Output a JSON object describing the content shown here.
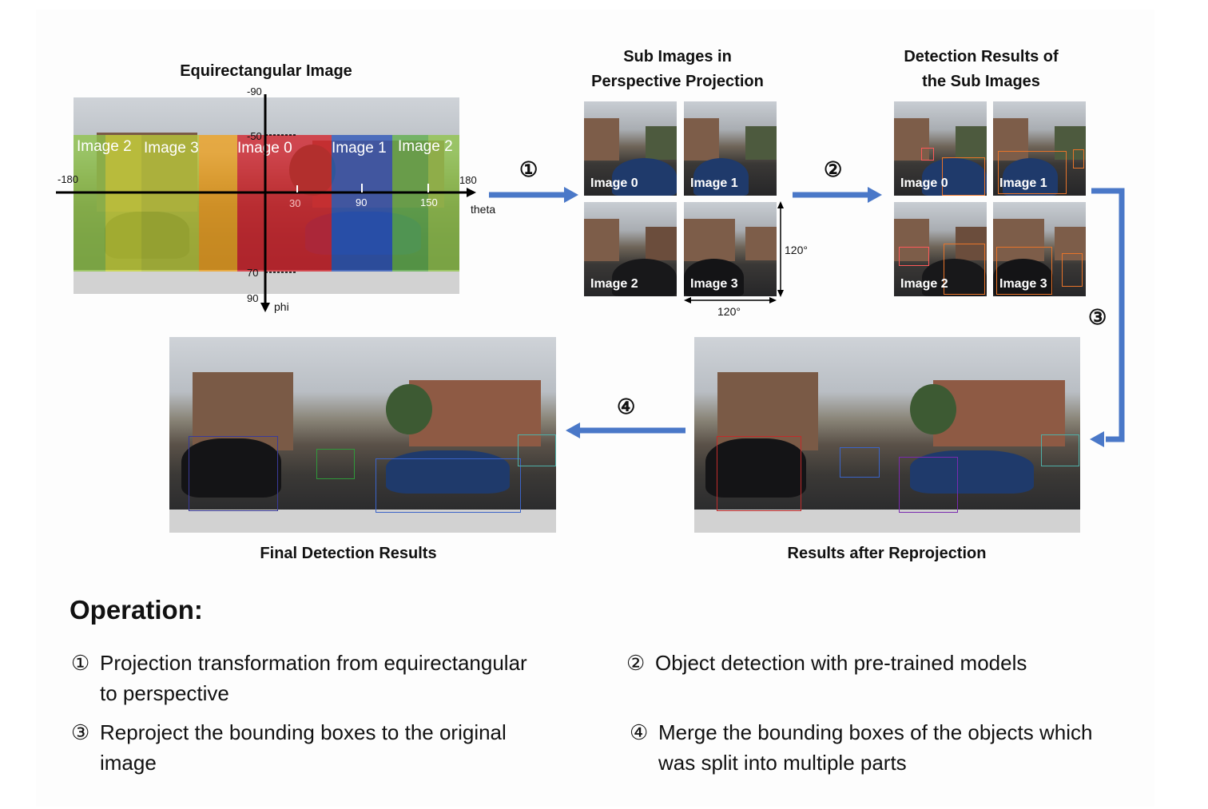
{
  "titles": {
    "equirect": "Equirectangular Image",
    "sub_images_l1": "Sub Images in",
    "sub_images_l2": "Perspective Projection",
    "detection_l1": "Detection Results of",
    "detection_l2": "the Sub Images",
    "final": "Final Detection Results",
    "reprojection": "Results after Reprojection"
  },
  "equirect": {
    "strip_labels": [
      "Image 2",
      "Image 3",
      "Image 0",
      "Image 1",
      "Image 2"
    ],
    "strip_colors": [
      "#8fc44a",
      "#c9d63a",
      "#f0a11e",
      "#d3232b",
      "#2b55b8",
      "#5fae4c"
    ],
    "axis": {
      "theta_min": "-180",
      "theta_max": "180",
      "theta_name": "theta",
      "phi_top": "-90",
      "phi_bottom": "90",
      "phi_name": "phi",
      "phi_upper": "-50",
      "phi_lower": "70",
      "ticks": [
        "30",
        "90",
        "150"
      ]
    }
  },
  "sub_images": [
    "Image 0",
    "Image 1",
    "Image 2",
    "Image 3"
  ],
  "fov": {
    "vertical": "120°",
    "horizontal": "120°"
  },
  "steps": [
    "①",
    "②",
    "③",
    "④"
  ],
  "arrow_color": "#4a78c8",
  "operation": {
    "heading": "Operation:",
    "items": [
      {
        "num": "①",
        "line1": "Projection transformation from equirectangular",
        "line2": "to perspective"
      },
      {
        "num": "②",
        "line1": "Object detection with pre-trained models",
        "line2": ""
      },
      {
        "num": "③",
        "line1": "Reproject the bounding boxes to the original",
        "line2": "image"
      },
      {
        "num": "④",
        "line1": "Merge the bounding boxes of the objects which",
        "line2": "was split into multiple parts"
      }
    ]
  }
}
